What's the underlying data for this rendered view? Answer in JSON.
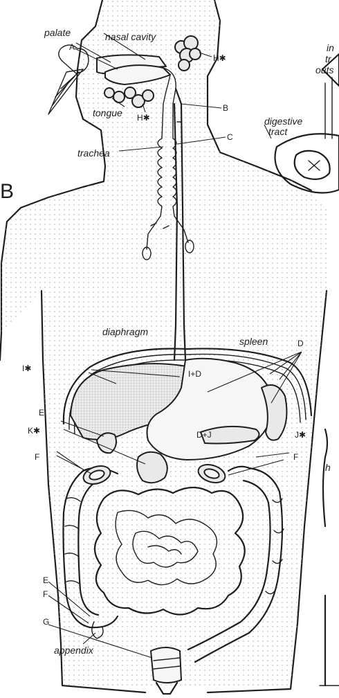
{
  "labels": {
    "palate": "palate",
    "nasal_cavity": "nasal cavity",
    "tongue": "tongue",
    "trachea": "trachea",
    "digestive_tract": "digestive",
    "digestive_tract_2": "tract",
    "diaphragm": "diaphragm",
    "spleen": "spleen",
    "appendix": "appendix",
    "section_mark": "B",
    "partial_in": "in",
    "partial_tr": "tr",
    "partial_outs": "outs",
    "partial_h": "h"
  },
  "letters": {
    "A": "A",
    "B": "B",
    "C": "C",
    "D": "D",
    "E_upper": "E",
    "E_lower": "E",
    "F_left": "F",
    "F_right": "F",
    "F_lower": "F",
    "G": "G",
    "H_nose": "H✱",
    "H_mouth": "H✱",
    "I": "I✱",
    "ID": "I+D",
    "DJ": "D+J",
    "J": "J✱",
    "K": "K✱"
  }
}
